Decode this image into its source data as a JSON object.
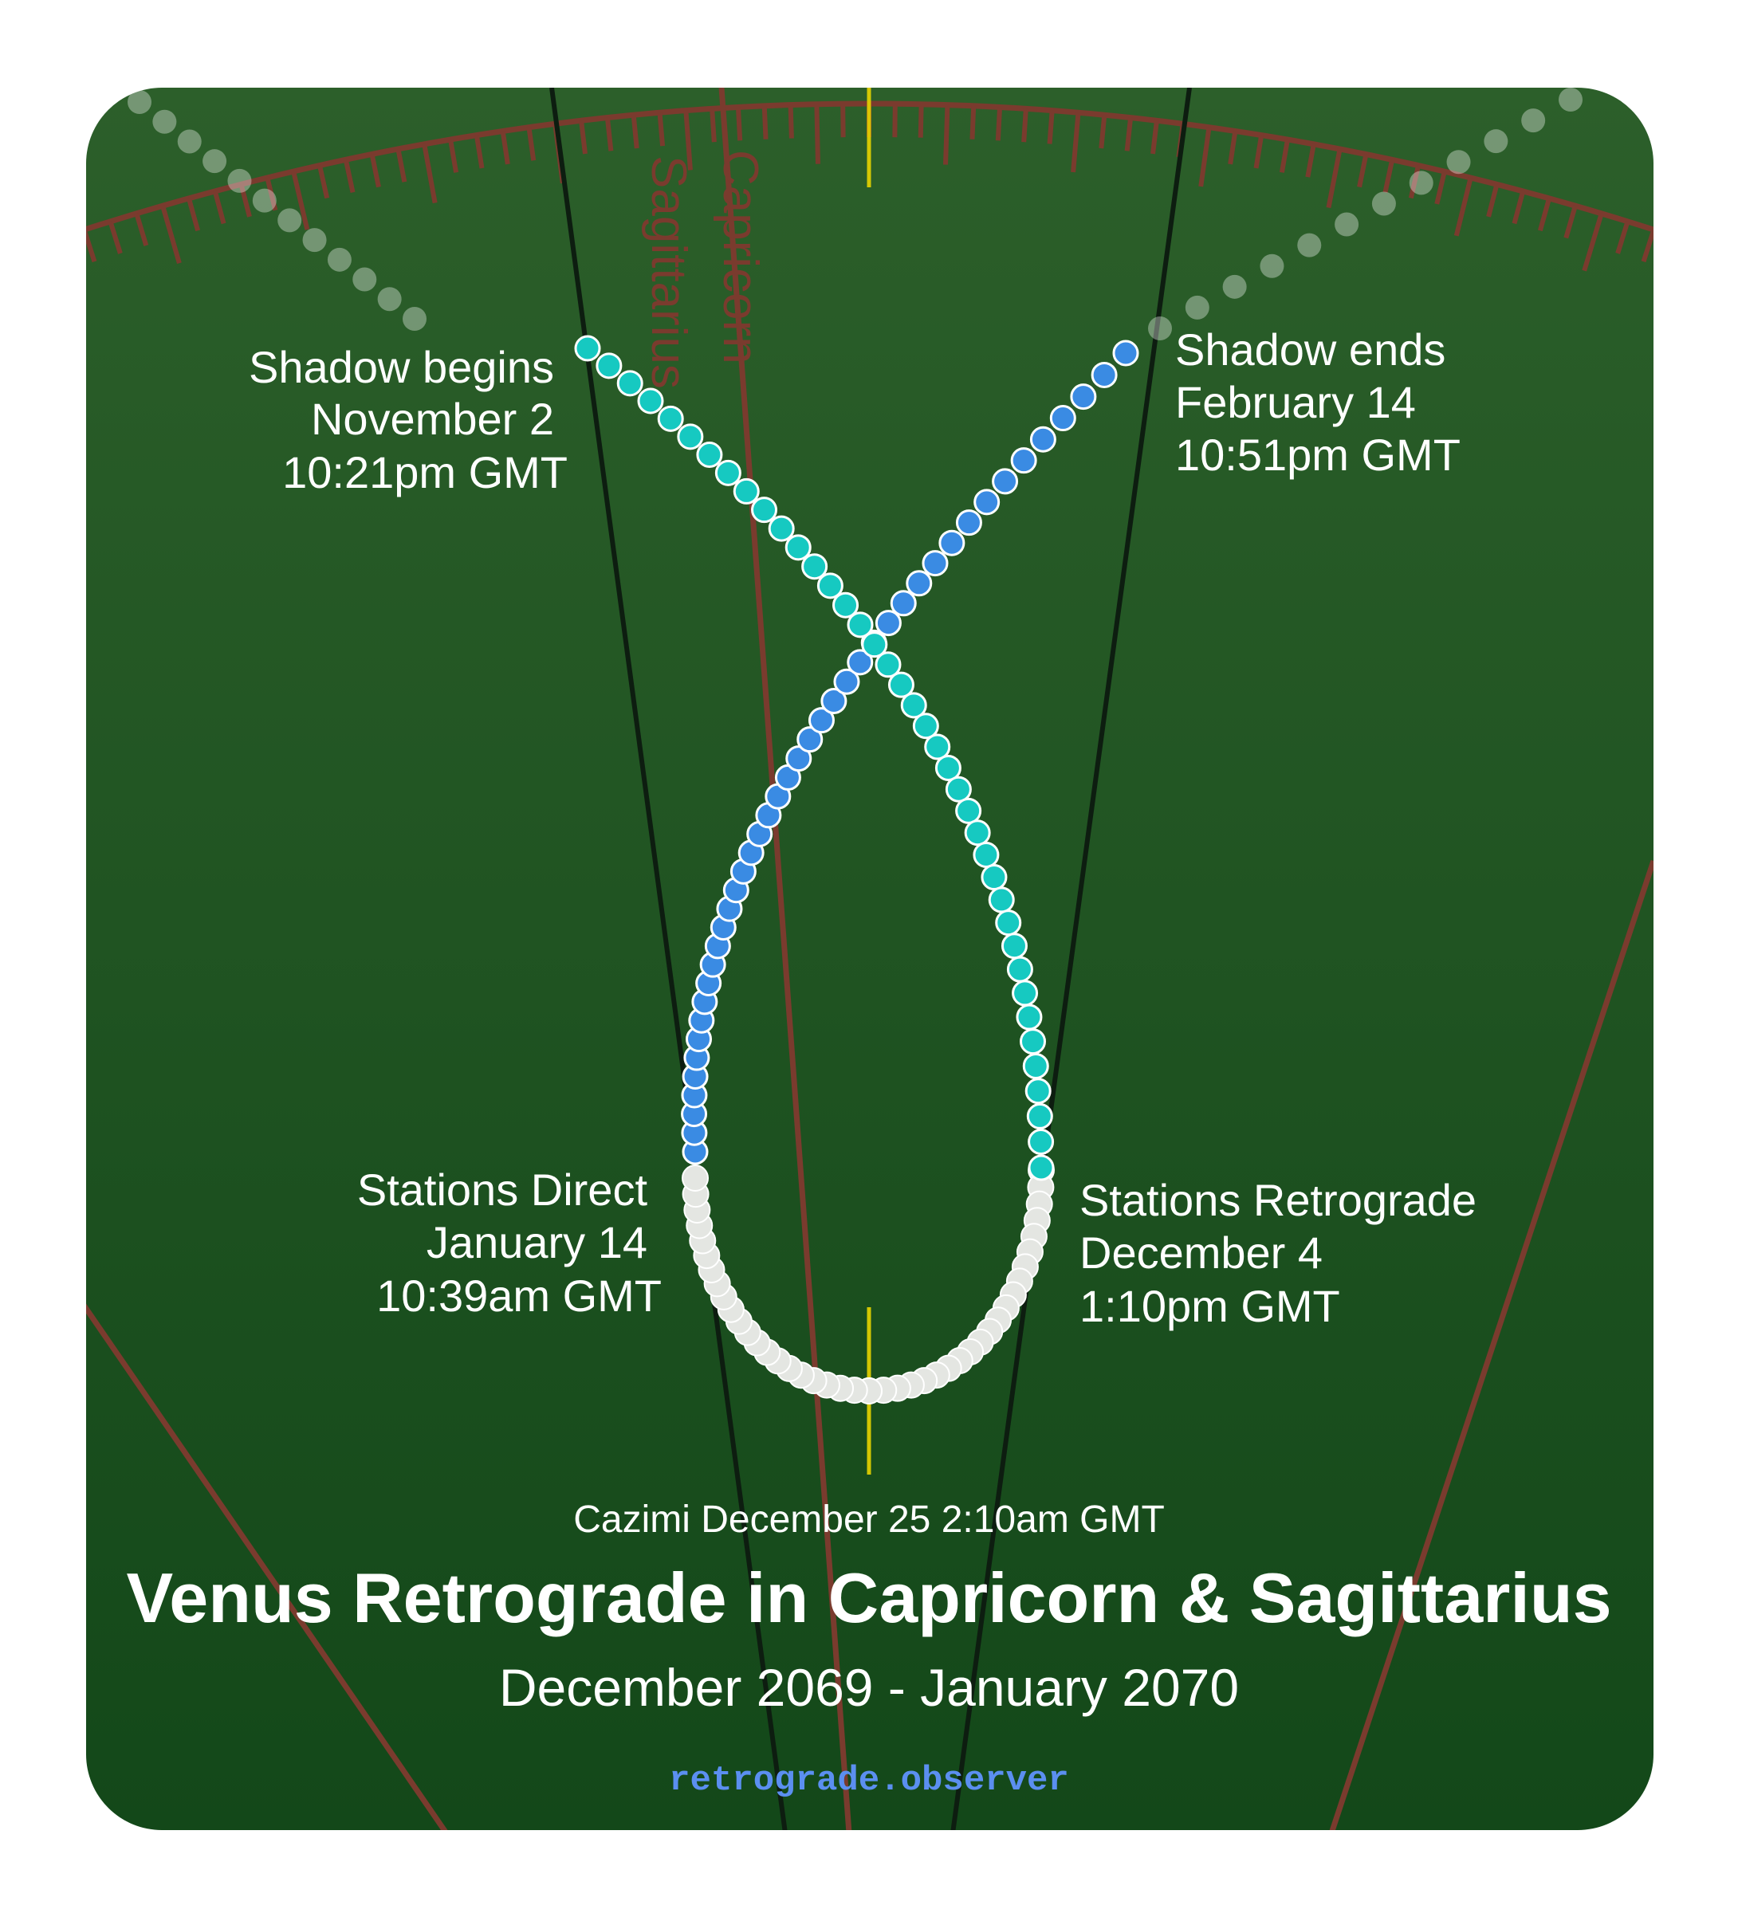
{
  "labels": {
    "shadow_begins": [
      "Shadow begins",
      "November 2",
      "10:21pm GMT"
    ],
    "shadow_ends": [
      "Shadow ends",
      "February 14",
      "10:51pm GMT"
    ],
    "stations_direct": [
      "Stations Direct",
      "January 14",
      "10:39am GMT"
    ],
    "stations_retrograde": [
      "Stations Retrograde",
      "December 4",
      "1:10pm GMT"
    ],
    "cazimi": "Cazimi December 25 2:10am GMT"
  },
  "signs": {
    "left": "Sagittarius",
    "right": "Capricorn"
  },
  "title": "Venus Retrograde in Capricorn & Sagittarius",
  "subtitle": "December 2069 - January 2070",
  "footer": "retrograde.observer",
  "colors": {
    "background_top": "#2c5f2a",
    "background_bottom": "#134819",
    "zodiac_line": "#7a3b2e",
    "pre_shadow_dot": "#16c9c1",
    "post_shadow_dot": "#3a8be3",
    "retrograde_dot": "#e4e6e2",
    "sun_marker": "#e8d400",
    "footer_text": "#5b8ff0"
  },
  "icons": [
    "venus-path-dot",
    "sun-marker",
    "zodiac-tick"
  ]
}
